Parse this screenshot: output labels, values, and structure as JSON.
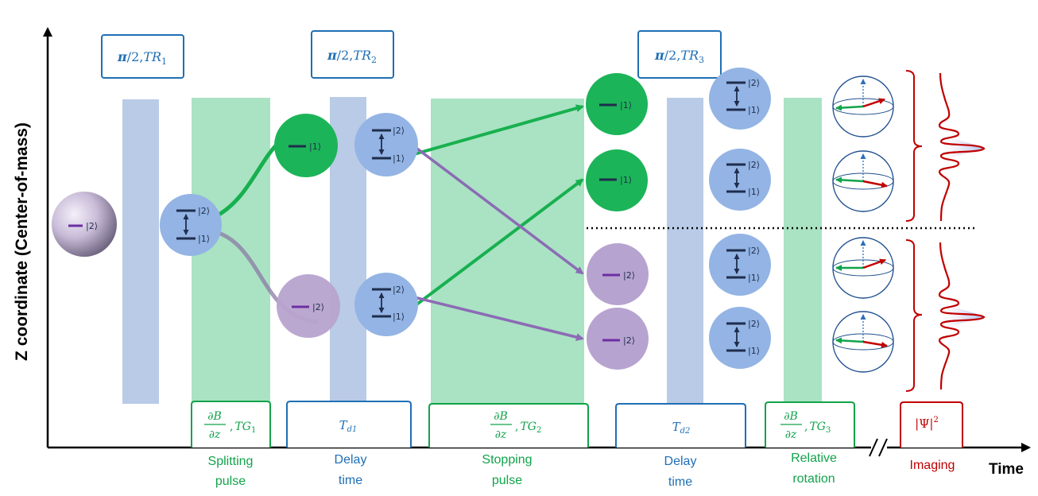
{
  "axes": {
    "y_label": "Z coordinate (Center-of-mass)",
    "x_label": "Time"
  },
  "top_pulses": [
    {
      "name": "π/2, TR1",
      "theta": "π",
      "frac": "/2,",
      "T": "TR",
      "sub": "1"
    },
    {
      "name": "π/2, TR2",
      "theta": "π",
      "frac": "/2,",
      "T": "TR",
      "sub": "2"
    },
    {
      "name": "π/2, TR3",
      "theta": "π",
      "frac": "/2,",
      "T": "TR",
      "sub": "3"
    }
  ],
  "bottom_boxes": [
    {
      "num": "∂B",
      "den": "∂z",
      "T": "TG",
      "sub": "1",
      "caption1": "Splitting",
      "caption2": "pulse"
    },
    {
      "T": "T",
      "sub": "d1",
      "caption1": "Delay",
      "caption2": "time"
    },
    {
      "num": "∂B",
      "den": "∂z",
      "T": "TG",
      "sub": "2",
      "caption1": "Stopping",
      "caption2": "pulse"
    },
    {
      "T": "T",
      "sub": "d2",
      "caption1": "Delay",
      "caption2": "time"
    },
    {
      "num": "∂B",
      "den": "∂z",
      "T": "TG",
      "sub": "3",
      "caption1": "Relative",
      "caption2": "rotation"
    },
    {
      "psi": "|Ψ|",
      "sup": "2",
      "caption1": "Imaging"
    }
  ],
  "kets": {
    "one": "|1⟩",
    "two": "|2⟩"
  },
  "colors": {
    "blue": "#1f6fb5",
    "green": "#11a34a",
    "red": "#c00000",
    "pulse_blue": "#b9cbe6",
    "pulse_green": "#a9e3c3",
    "atom_blue": "#93b4e4",
    "atom_green": "#1cb458",
    "atom_purple": "#b7a3cf",
    "arrow_purple": "#8c6bb6"
  }
}
